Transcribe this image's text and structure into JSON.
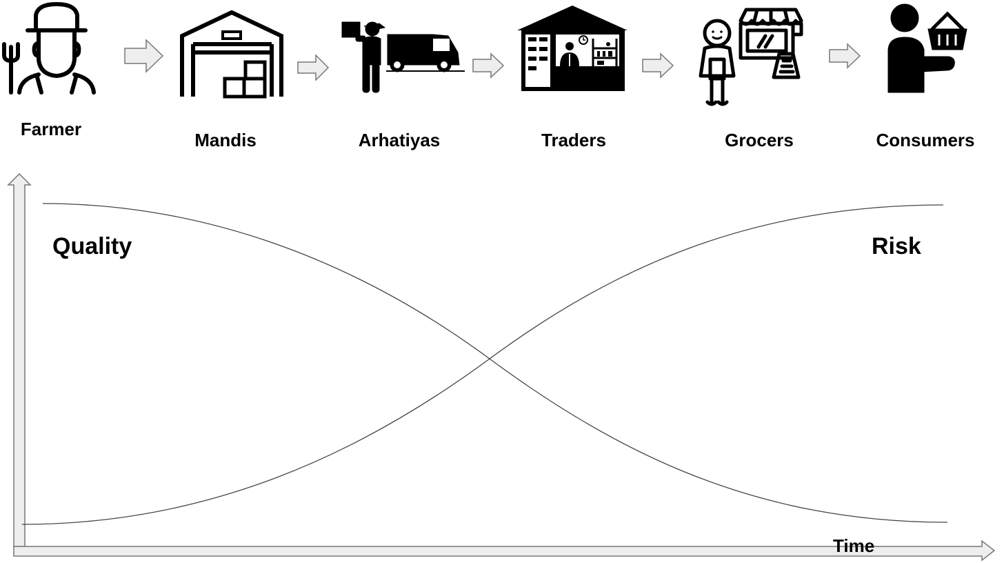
{
  "supply_chain": {
    "stages": [
      {
        "label": "Farmer",
        "icon": "farmer-icon"
      },
      {
        "label": "Mandis",
        "icon": "warehouse-icon"
      },
      {
        "label": "Arhatiyas",
        "icon": "delivery-truck-icon"
      },
      {
        "label": "Traders",
        "icon": "market-stall-icon"
      },
      {
        "label": "Grocers",
        "icon": "grocer-shop-icon"
      },
      {
        "label": "Consumers",
        "icon": "consumer-basket-icon"
      }
    ],
    "connector_icon": "arrow-right-icon"
  },
  "graph": {
    "quality_label": "Quality",
    "risk_label": "Risk",
    "x_axis_label": "Time"
  },
  "colors": {
    "ink": "#000000",
    "arrow_fill": "#eeeeee",
    "arrow_stroke": "#777777",
    "curve": "#444444"
  }
}
